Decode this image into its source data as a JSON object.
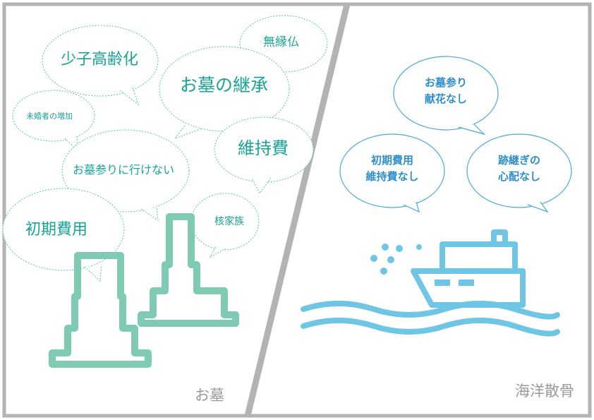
{
  "colors": {
    "frame": "#b3b3b3",
    "grave_text": "#1aa394",
    "grave_bubble_line": "#5cc2a8",
    "grave_icon": "#7ecab2",
    "sea_text": "#2f8ec9",
    "sea_bubble_line": "#4aa8d8",
    "sea_icon": "#6ec6e4",
    "caption": "#9a9a9a"
  },
  "left_panel": {
    "bubbles": [
      {
        "id": "shoshi",
        "text": "少子高齢化"
      },
      {
        "id": "muen",
        "text": "無縁仏"
      },
      {
        "id": "keisho",
        "text": "お墓の継承"
      },
      {
        "id": "mikon",
        "text": "未婚者の増加"
      },
      {
        "id": "iji",
        "text": "維持費"
      },
      {
        "id": "omairi",
        "text": "お墓参りに行けない"
      },
      {
        "id": "shoki",
        "text": "初期費用"
      },
      {
        "id": "kaku",
        "text": "核家族"
      }
    ],
    "icon": "grave-stones-icon",
    "caption": "お墓"
  },
  "right_panel": {
    "bubbles": [
      {
        "id": "no-visit",
        "line1": "お墓参り",
        "line2": "献花なし"
      },
      {
        "id": "no-cost",
        "line1": "初期費用",
        "line2": "維持費なし"
      },
      {
        "id": "no-heir",
        "line1": "跡継ぎの",
        "line2": "心配なし"
      }
    ],
    "icon": "ship-on-waves-icon",
    "caption": "海洋散骨"
  }
}
